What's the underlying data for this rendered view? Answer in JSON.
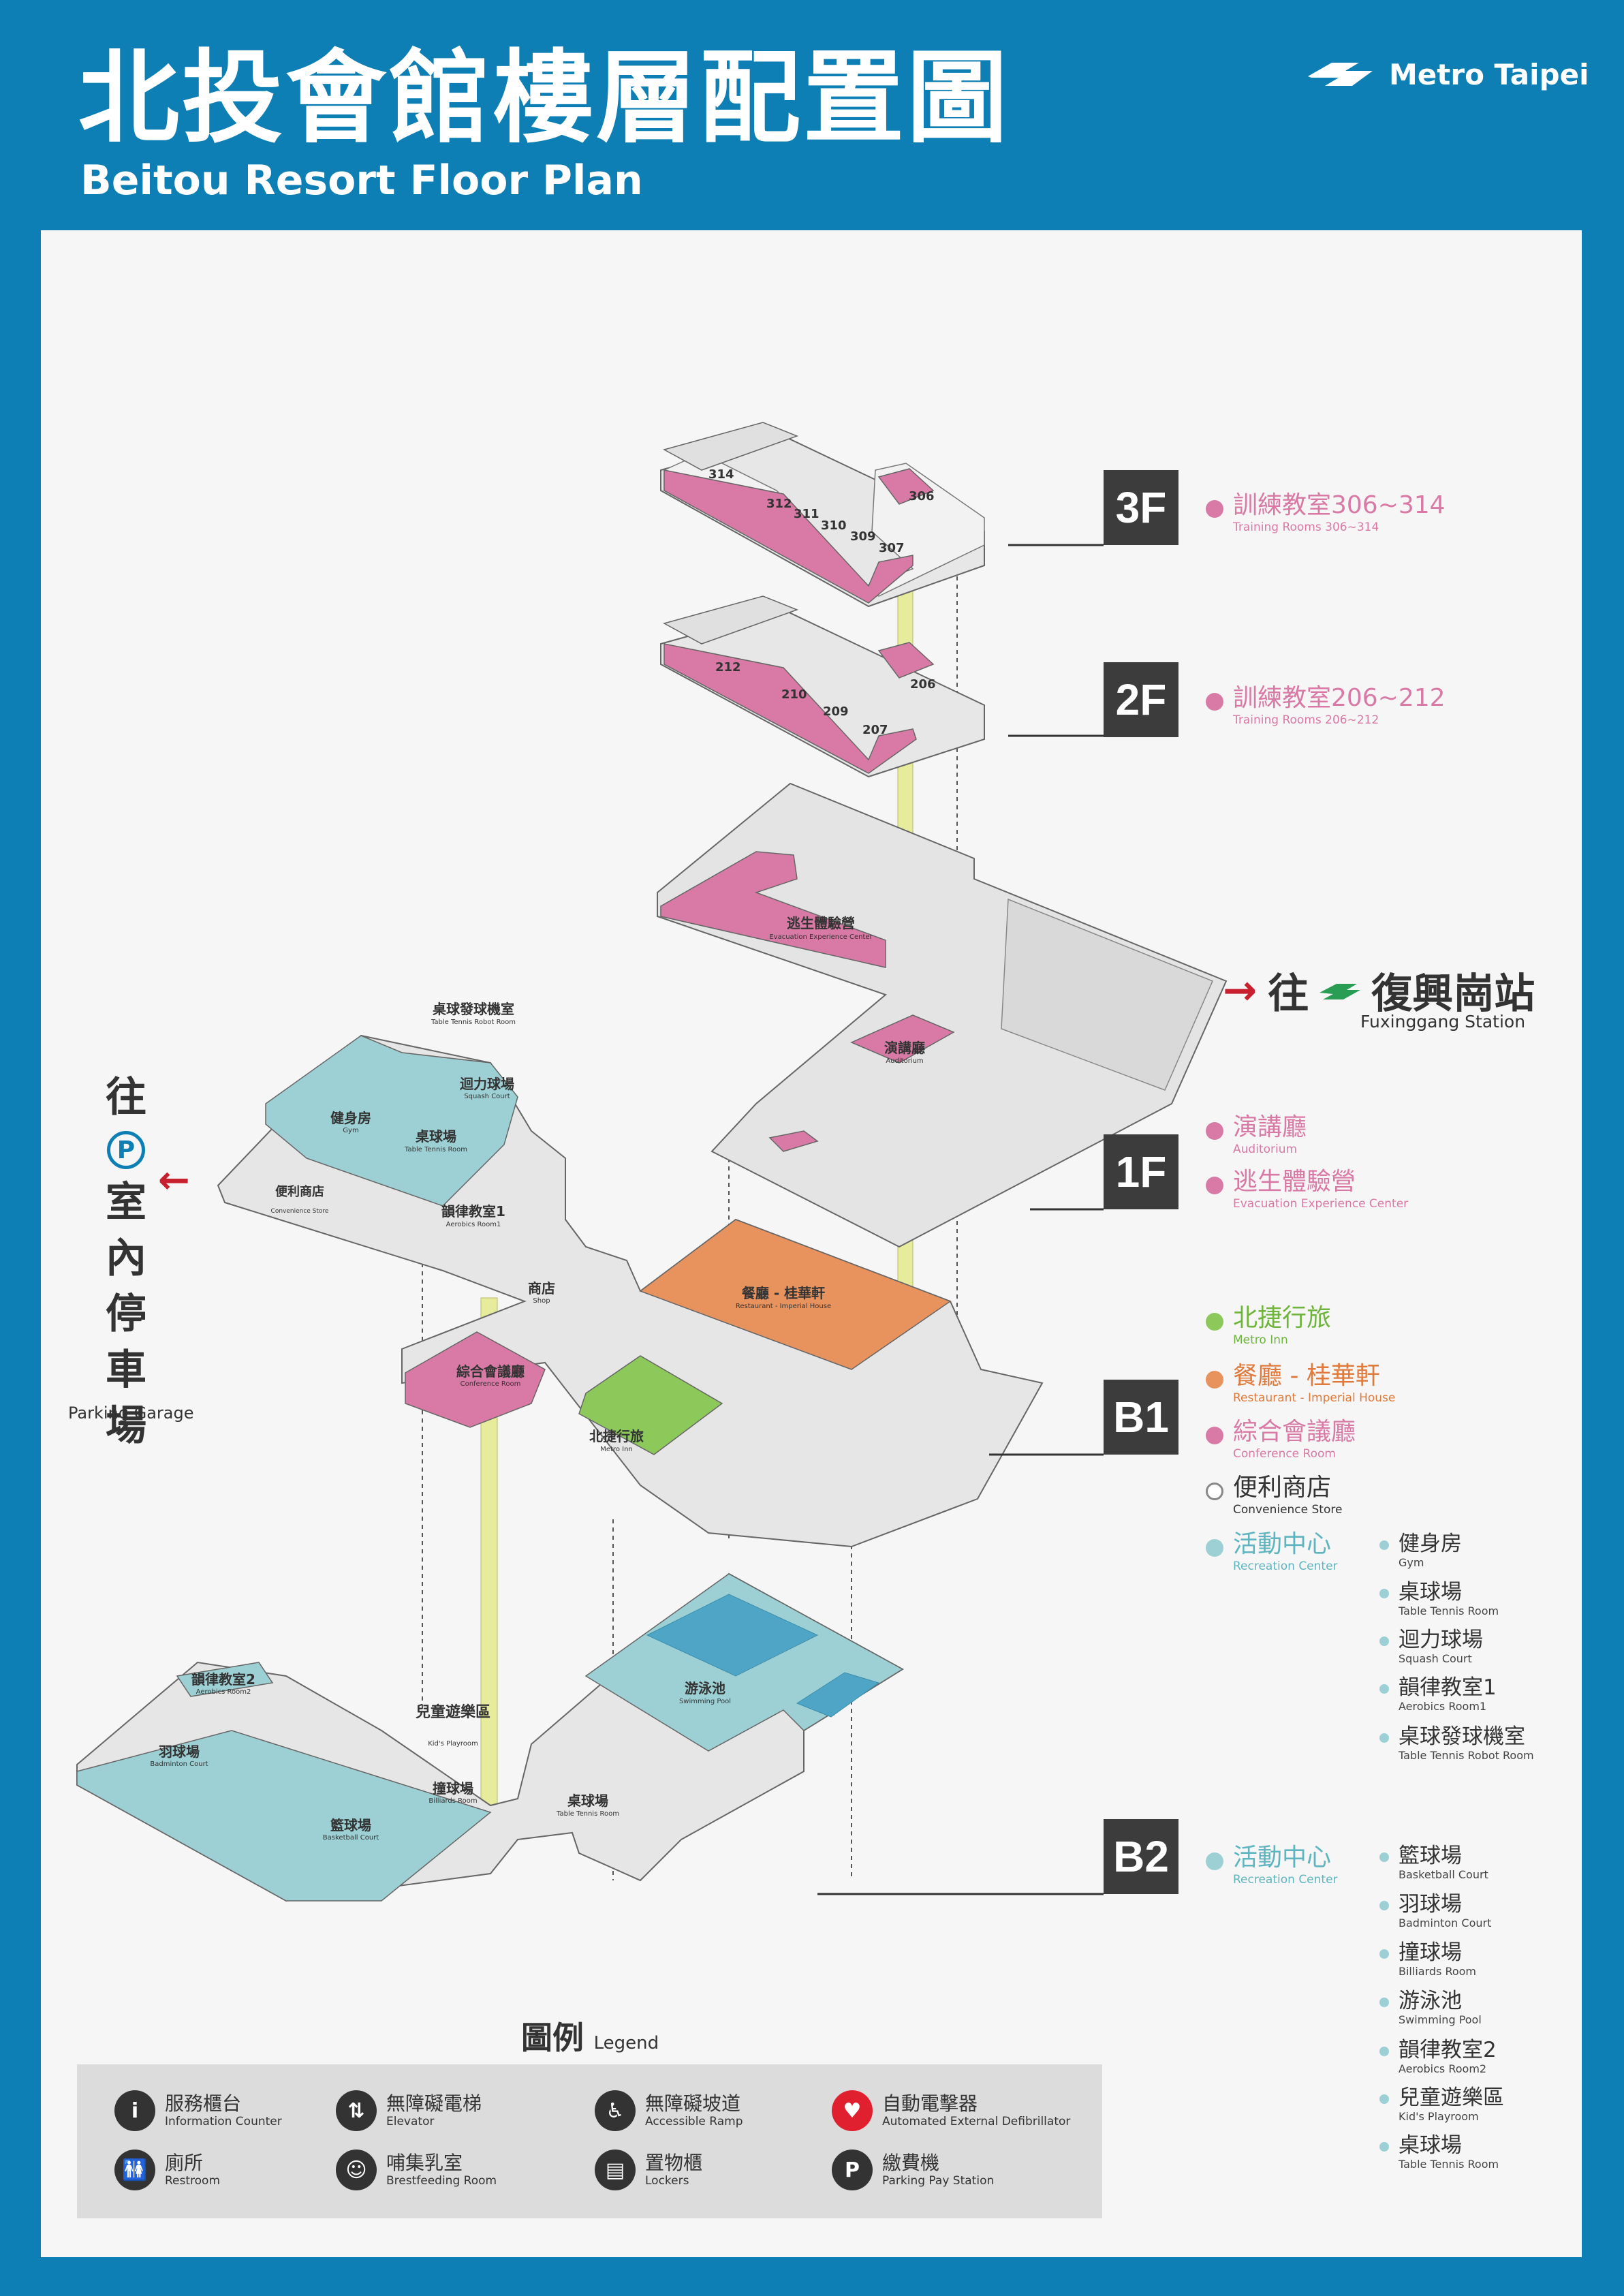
{
  "header": {
    "title": "北投會館樓層配置圖",
    "subtitle": "Beitou Resort Floor Plan",
    "logo_text": "Metro Taipei"
  },
  "colors": {
    "brand_blue": "#0e7fb4",
    "pink": "#d97aa6",
    "orange": "#e8925e",
    "green": "#8cc85a",
    "teal": "#9dd0d4",
    "yellow": "#e6ec9c"
  },
  "destinations": {
    "west": {
      "zh": "往室內停車場",
      "en": "Parking Garage",
      "parking_icon": "P"
    },
    "east": {
      "zh": "往",
      "station": "復興崗站",
      "en": "Fuxinggang Station"
    }
  },
  "floors": [
    {
      "tag": "3F",
      "items": [
        {
          "zh": "訓練教室306~314",
          "en": "Training Rooms 306~314",
          "color": "#d97aa6"
        }
      ]
    },
    {
      "tag": "2F",
      "items": [
        {
          "zh": "訓練教室206~212",
          "en": "Training Rooms 206~212",
          "color": "#d97aa6"
        }
      ]
    },
    {
      "tag": "1F",
      "items": [
        {
          "zh": "演講廳",
          "en": "Auditorium",
          "color": "#d97aa6"
        },
        {
          "zh": "逃生體驗營",
          "en": "Evacuation Experience Center",
          "color": "#d97aa6"
        }
      ]
    },
    {
      "tag": "B1",
      "items": [
        {
          "zh": "北捷行旅",
          "en": "Metro Inn",
          "color": "#8cc85a"
        },
        {
          "zh": "餐廳 - 桂華軒",
          "en": "Restaurant - Imperial House",
          "color": "#e8925e"
        },
        {
          "zh": "綜合會議廳",
          "en": "Conference Room",
          "color": "#d97aa6"
        },
        {
          "zh": "便利商店",
          "en": "Convenience Store",
          "color": "#ffffff"
        },
        {
          "zh": "活動中心",
          "en": "Recreation Center",
          "color": "#9dd0d4"
        }
      ],
      "sub": [
        {
          "zh": "健身房",
          "en": "Gym"
        },
        {
          "zh": "桌球場",
          "en": "Table Tennis Room"
        },
        {
          "zh": "迴力球場",
          "en": "Squash Court"
        },
        {
          "zh": "韻律教室1",
          "en": "Aerobics Room1"
        },
        {
          "zh": "桌球發球機室",
          "en": "Table Tennis Robot Room"
        }
      ]
    },
    {
      "tag": "B2",
      "items": [
        {
          "zh": "活動中心",
          "en": "Recreation Center",
          "color": "#9dd0d4"
        }
      ],
      "sub": [
        {
          "zh": "籃球場",
          "en": "Basketball Court"
        },
        {
          "zh": "羽球場",
          "en": "Badminton Court"
        },
        {
          "zh": "撞球場",
          "en": "Billiards Room"
        },
        {
          "zh": "游泳池",
          "en": "Swimming Pool"
        },
        {
          "zh": "韻律教室2",
          "en": "Aerobics Room2"
        },
        {
          "zh": "兒童遊樂區",
          "en": "Kid's Playroom"
        },
        {
          "zh": "桌球場",
          "en": "Table Tennis Room"
        }
      ]
    }
  ],
  "map_labels": {
    "f3": [
      "314",
      "312",
      "311",
      "310",
      "309",
      "307",
      "306"
    ],
    "f2": [
      "212",
      "210",
      "209",
      "207",
      "206"
    ],
    "evac": {
      "zh": "逃生體驗營",
      "en": "Evacuation Experience Center"
    },
    "auditorium": {
      "zh": "演講廳",
      "en": "Auditorium"
    },
    "restaurant": {
      "zh": "餐廳 - 桂華軒",
      "en": "Restaurant - Imperial House"
    },
    "metro_inn": {
      "zh": "北捷行旅",
      "en": "Metro Inn"
    },
    "conference": {
      "zh": "綜合會議廳",
      "en": "Conference Room"
    },
    "shop": {
      "zh": "商店",
      "en": "Shop"
    },
    "conv_store": {
      "zh": "便利商店",
      "en": "Convenience Store"
    },
    "gym": {
      "zh": "健身房",
      "en": "Gym"
    },
    "tt_b1": {
      "zh": "桌球場",
      "en": "Table Tennis Room"
    },
    "squash": {
      "zh": "迴力球場",
      "en": "Squash Court"
    },
    "aerobics1": {
      "zh": "韻律教室1",
      "en": "Aerobics Room1"
    },
    "tt_robot": {
      "zh": "桌球發球機室",
      "en": "Table Tennis Robot Room"
    },
    "aerobics2": {
      "zh": "韻律教室2",
      "en": "Aerobics Room2"
    },
    "badminton": {
      "zh": "羽球場",
      "en": "Badminton Court"
    },
    "basketball": {
      "zh": "籃球場",
      "en": "Basketball Court"
    },
    "kids": {
      "zh": "兒童遊樂區",
      "en": "Kid's Playroom"
    },
    "billiards": {
      "zh": "撞球場",
      "en": "Billiards Room"
    },
    "pool": {
      "zh": "游泳池",
      "en": "Swimming Pool"
    },
    "tt_b2": {
      "zh": "桌球場",
      "en": "Table Tennis Room"
    }
  },
  "legend": {
    "title": "圖例",
    "title_en": "Legend",
    "items": [
      {
        "zh": "服務櫃台",
        "en": "Information Counter",
        "icon": "info-icon",
        "glyph": "i"
      },
      {
        "zh": "無障礙電梯",
        "en": "Elevator",
        "icon": "elevator-icon",
        "glyph": "⇅"
      },
      {
        "zh": "無障礙坡道",
        "en": "Accessible Ramp",
        "icon": "wheelchair-icon",
        "glyph": "♿"
      },
      {
        "zh": "自動電擊器",
        "en": "Automated External Defibrillator",
        "icon": "aed-icon",
        "glyph": "♥"
      },
      {
        "zh": "廁所",
        "en": "Restroom",
        "icon": "restroom-icon",
        "glyph": "🚻"
      },
      {
        "zh": "哺集乳室",
        "en": "Brestfeeding Room",
        "icon": "nursing-icon",
        "glyph": "☺"
      },
      {
        "zh": "置物櫃",
        "en": "Lockers",
        "icon": "locker-icon",
        "glyph": "▤"
      },
      {
        "zh": "繳費機",
        "en": "Parking Pay Station",
        "icon": "pay-station-icon",
        "glyph": "P"
      }
    ]
  }
}
